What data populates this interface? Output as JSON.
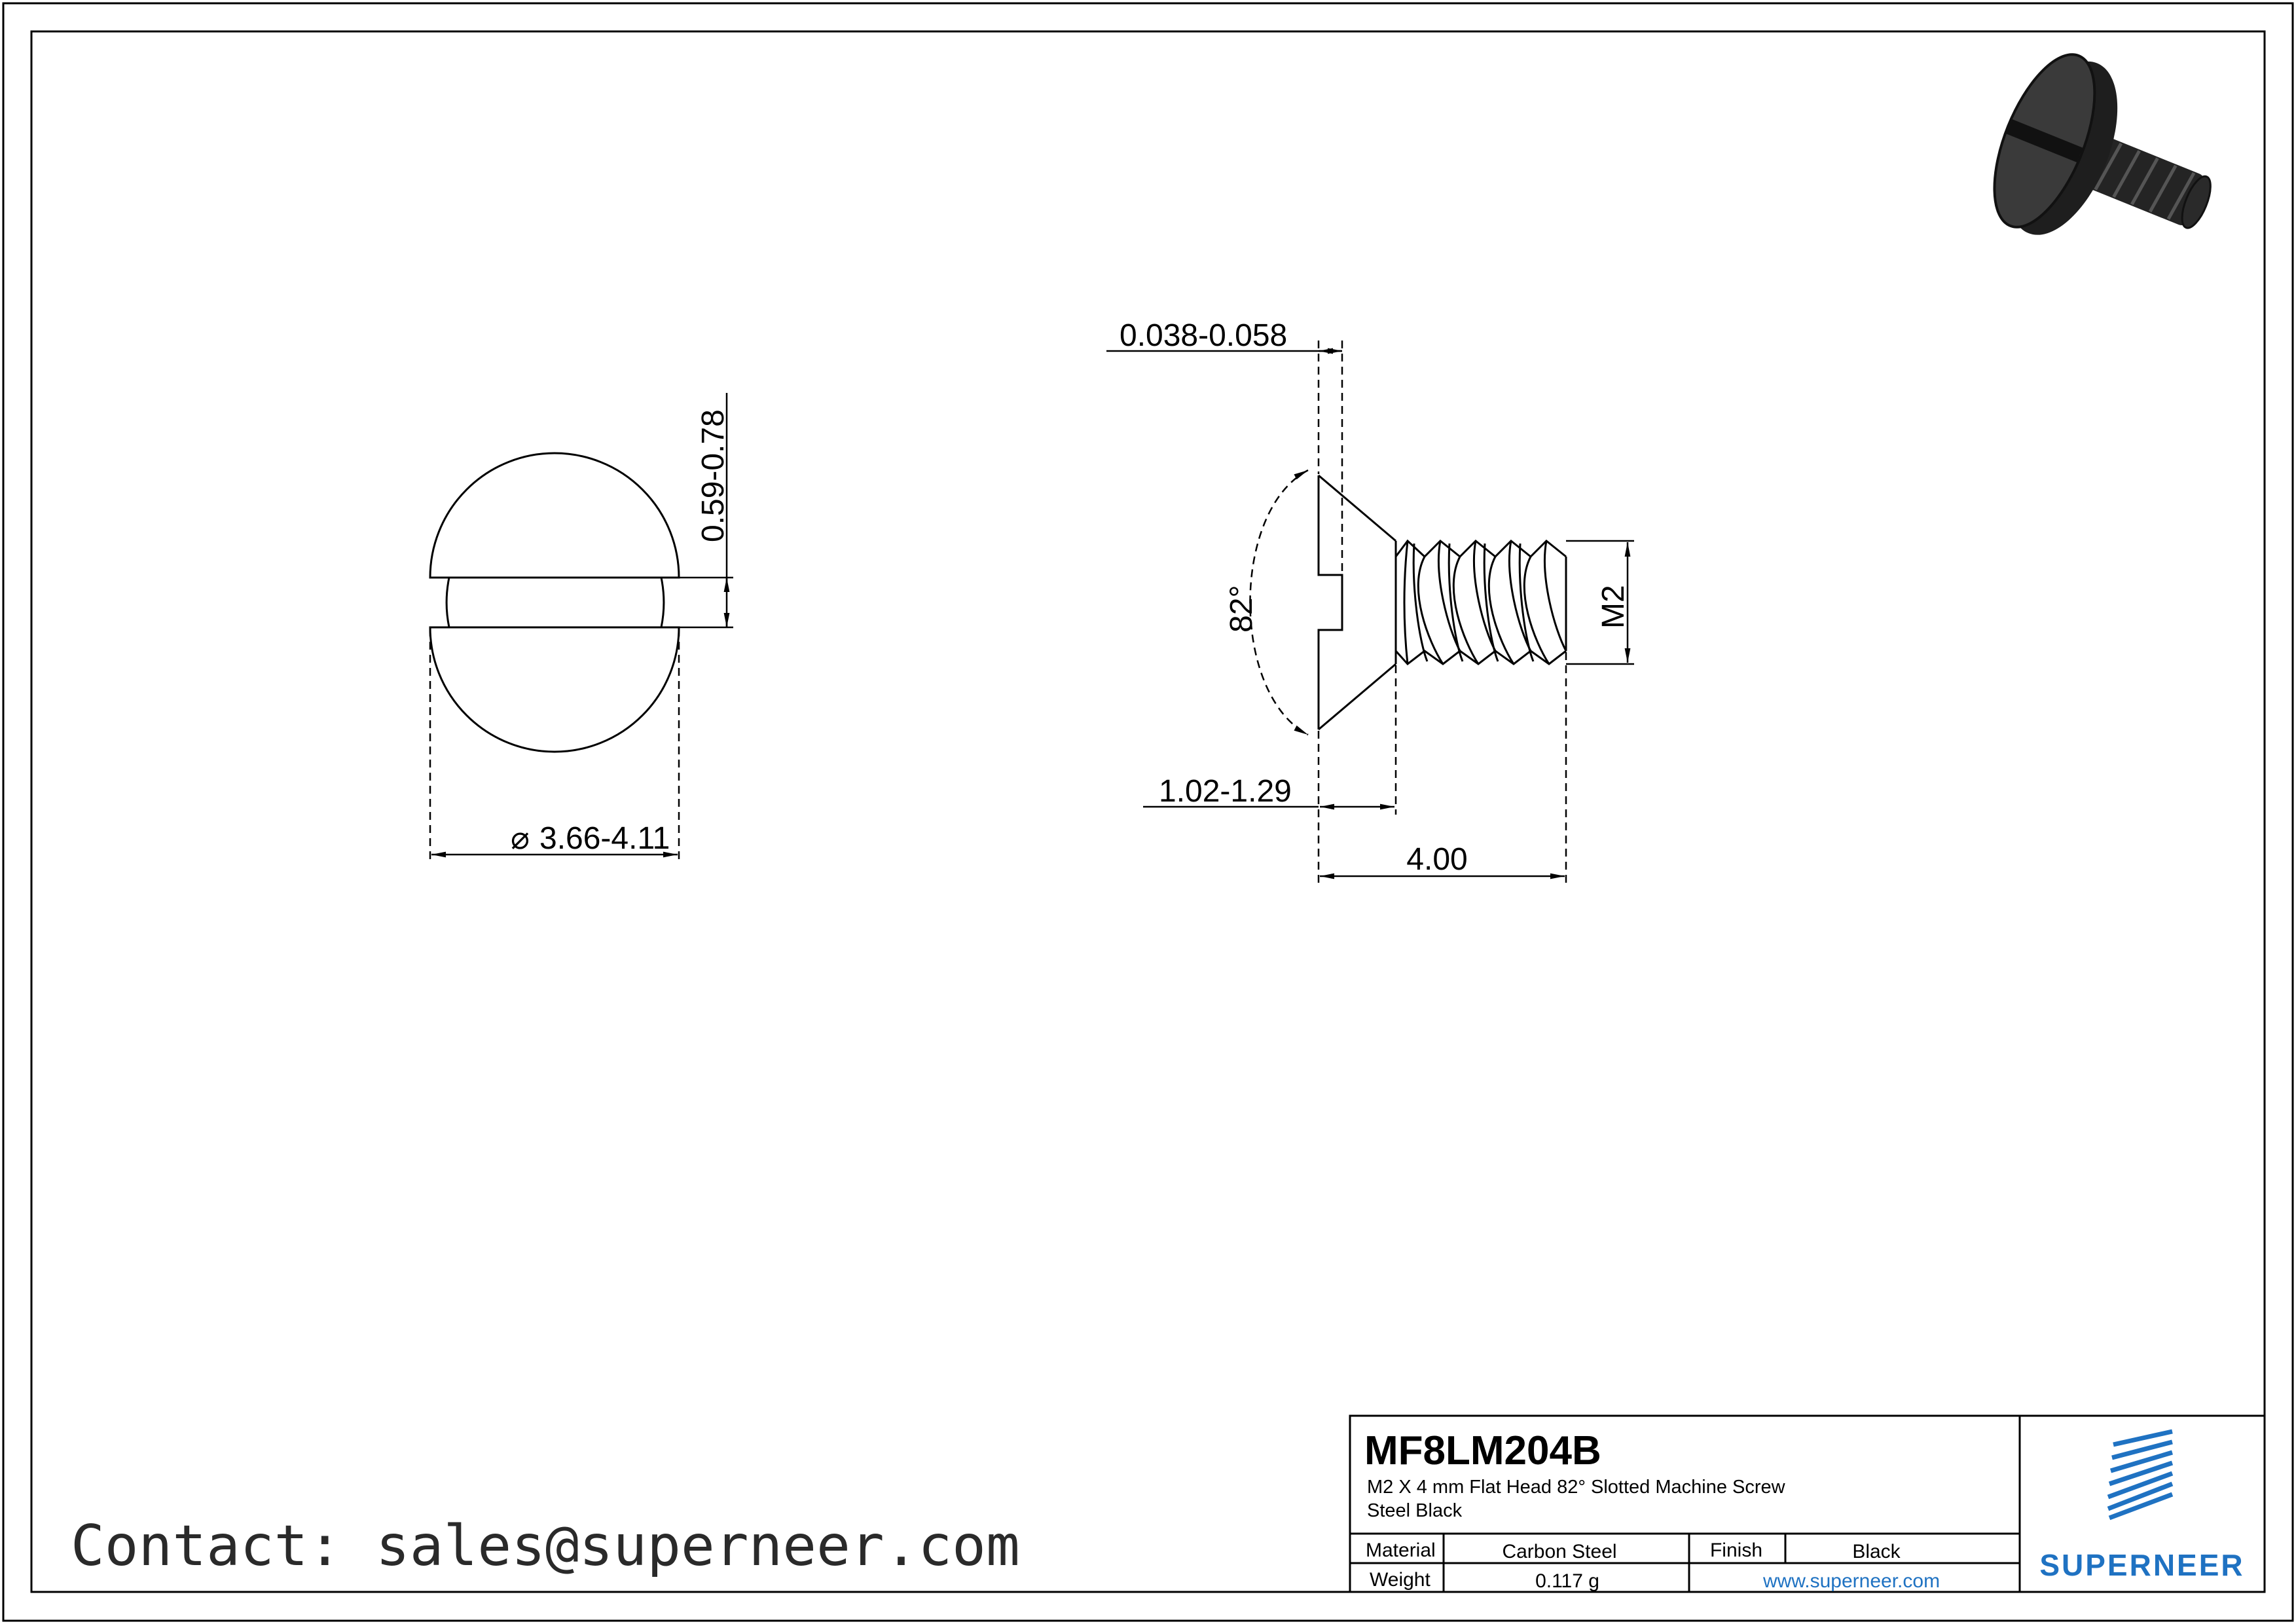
{
  "title_block": {
    "part_number": "MF8LM204B",
    "description": "M2 X 4 mm  Flat Head 82° Slotted Machine Screw",
    "subtitle": "Steel Black",
    "material_label": "Material",
    "material_value": "Carbon Steel",
    "finish_label": "Finish",
    "finish_value": "Black",
    "weight_label": "Weight",
    "weight_value": "0.117 g",
    "website": "www.superneer.com",
    "brand": "SUPERNEER"
  },
  "contact": "Contact: sales@superneer.com",
  "dimensions": {
    "head_diameter": "3.66-4.11",
    "slot_width": "0.59-0.78",
    "head_edge": "0.038-0.058",
    "head_height": "1.02-1.29",
    "length": "4.00",
    "thread": "M2",
    "angle": "82°"
  },
  "colors": {
    "line": "#000000",
    "part_render": "#2a2a2a",
    "brand_blue": "#1f72c2"
  }
}
